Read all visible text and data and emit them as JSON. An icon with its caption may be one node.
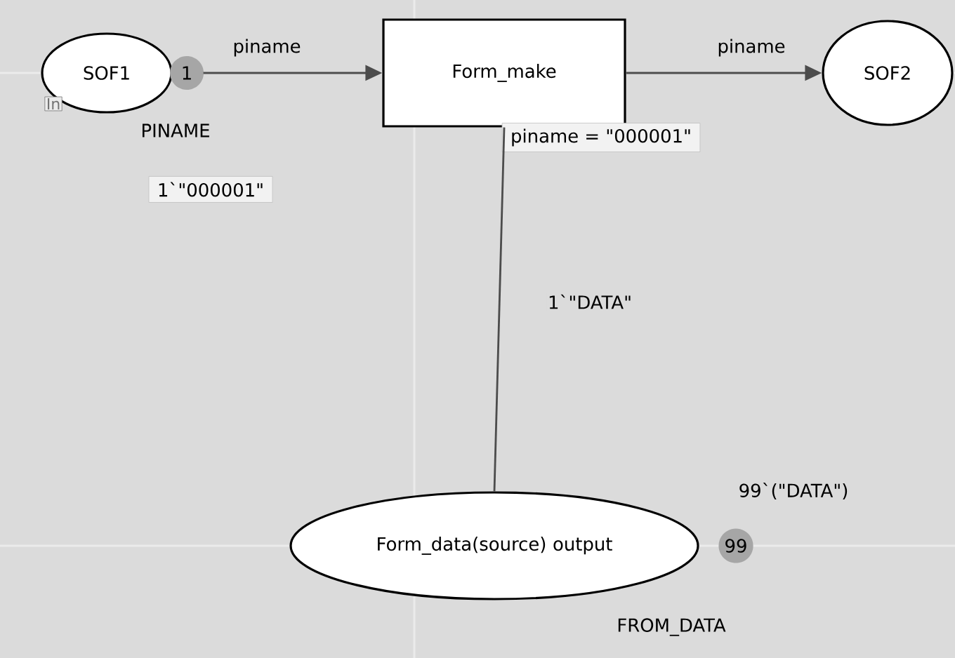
{
  "diagram": {
    "nodes": [
      {
        "text": [
          "SOF1"
        ],
        "beside": [
          "1",
          "In",
          "PINAME",
          "1`\"000001\""
        ]
      },
      {
        "text": [
          "Form_make"
        ],
        "beside": [
          "piname = \"000001\""
        ]
      },
      {
        "text": [
          "SOF2"
        ]
      },
      {
        "text": [
          "Form_data(source) output"
        ],
        "beside": [
          "99",
          "99`(\"DATA\")",
          "FROM_DATA"
        ]
      }
    ],
    "edges": [
      {
        "from": 0,
        "to": 1,
        "arrow": "to",
        "label": "piname"
      },
      {
        "from": 1,
        "to": 2,
        "arrow": "to",
        "label": "piname"
      },
      {
        "from": 3,
        "to": 1,
        "arrow": "none",
        "label": "1`\"DATA\""
      }
    ]
  }
}
